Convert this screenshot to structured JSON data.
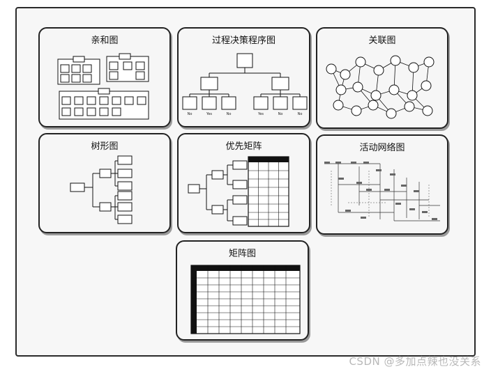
{
  "tools": [
    {
      "id": "affinity",
      "title": "亲和图"
    },
    {
      "id": "pdpc",
      "title": "过程决策程序图",
      "labels": [
        "No",
        "Yes",
        "No",
        "Yes",
        "No",
        "No"
      ]
    },
    {
      "id": "relations",
      "title": "关联图"
    },
    {
      "id": "tree",
      "title": "树形图"
    },
    {
      "id": "priority",
      "title": "优先矩阵"
    },
    {
      "id": "network",
      "title": "活动网络图"
    },
    {
      "id": "matrix",
      "title": "矩阵图"
    }
  ],
  "watermark": "CSDN @多加点辣也没关系"
}
